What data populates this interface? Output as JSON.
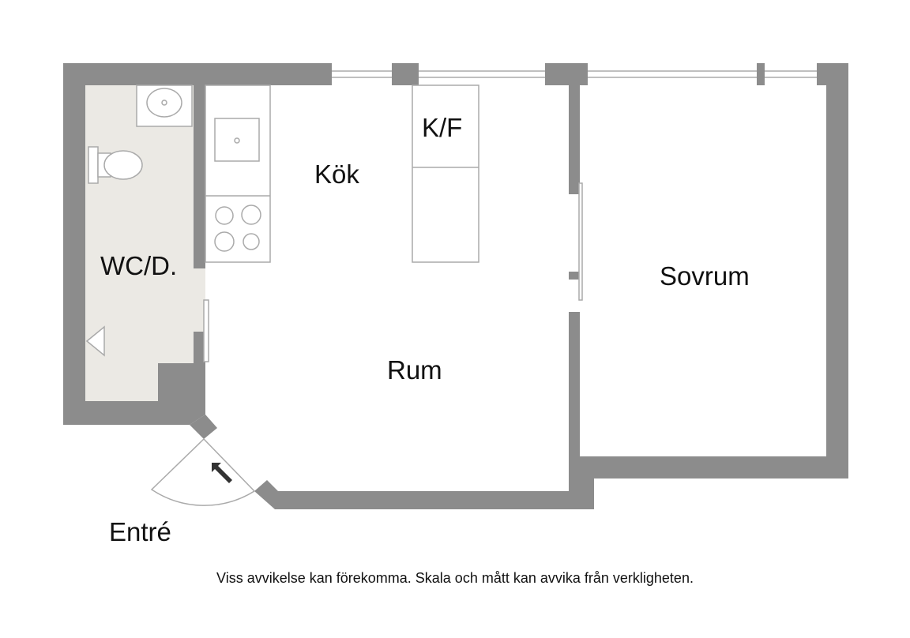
{
  "floorplan": {
    "rooms": {
      "wc": "WC/D.",
      "kitchen": "Kök",
      "fridge_freezer": "K/F",
      "living_room": "Rum",
      "bedroom": "Sovrum",
      "entrance": "Entré"
    },
    "disclaimer": "Viss avvikelse kan förekomma. Skala och mått kan avvika från verkligheten.",
    "colors": {
      "wall": "#8c8c8c",
      "wet_room_floor": "#ebe9e4",
      "fixture_line": "#aaaaaa",
      "text": "#111111"
    }
  }
}
